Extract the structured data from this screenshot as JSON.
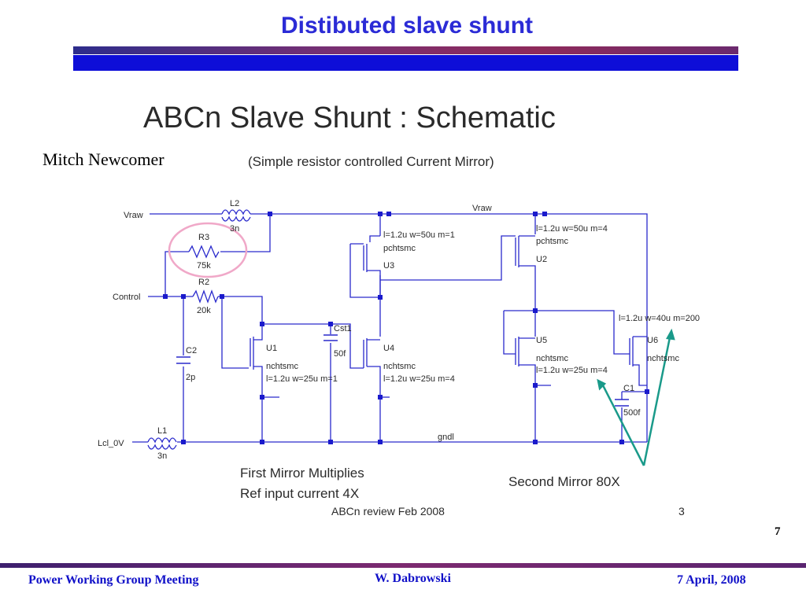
{
  "slide": {
    "title": "Distibuted slave shunt",
    "author": "Mitch Newcomer",
    "number": "7"
  },
  "schematic": {
    "heading": "ABCn Slave Shunt :  Schematic",
    "subheading": "(Simple resistor controlled  Current Mirror)",
    "nets": {
      "vraw_left": "Vraw",
      "vraw_top": "Vraw",
      "control": "Control",
      "lcl": "Lcl_0V",
      "gnd": "gndl"
    },
    "components": {
      "l2_name": "L2",
      "l2_value": "3n",
      "r3_name": "R3",
      "r3_value": "75k",
      "r2_name": "R2",
      "r2_value": "20k",
      "c2_name": "C2",
      "c2_value": "2p",
      "l1_name": "L1",
      "l1_value": "3n",
      "cst1_name": "Cst1",
      "cst1_value": "50f",
      "c1_name": "C1",
      "c1_value": "500f",
      "u1_name": "U1",
      "u1_type": "nchtsmc",
      "u1_param": "l=1.2u w=25u m=1",
      "u3_name": "U3",
      "u3_param": "l=1.2u w=50u m=1",
      "u3_type": "pchtsmc",
      "u4_name": "U4",
      "u4_type": "nchtsmc",
      "u4_param": "l=1.2u w=25u m=4",
      "u2_name": "U2",
      "u2_param": "l=1.2u w=50u m=4",
      "u2_type": "pchtsmc",
      "u5_name": "U5",
      "u5_type": "nchtsmc",
      "u5_param": "l=1.2u w=25u m=4",
      "u6_name": "U6",
      "u6_param": "l=1.2u w=40u m=200",
      "u6_type": "nchtsmc"
    },
    "notes": {
      "first_mirror_line1": "First Mirror Multiplies",
      "first_mirror_line2": "Ref input current 4X",
      "second_mirror": "Second Mirror 80X",
      "review": "ABCn review  Feb 2008",
      "page": "3"
    },
    "colors": {
      "wire": "#2a2acc",
      "dot": "#1a1acc",
      "highlight_circle": "#f0a8c8",
      "arrow": "#1a9a8a"
    }
  },
  "footer": {
    "left": "Power Working Group Meeting",
    "center": "W. Dabrowski",
    "right": "7 April, 2008"
  }
}
